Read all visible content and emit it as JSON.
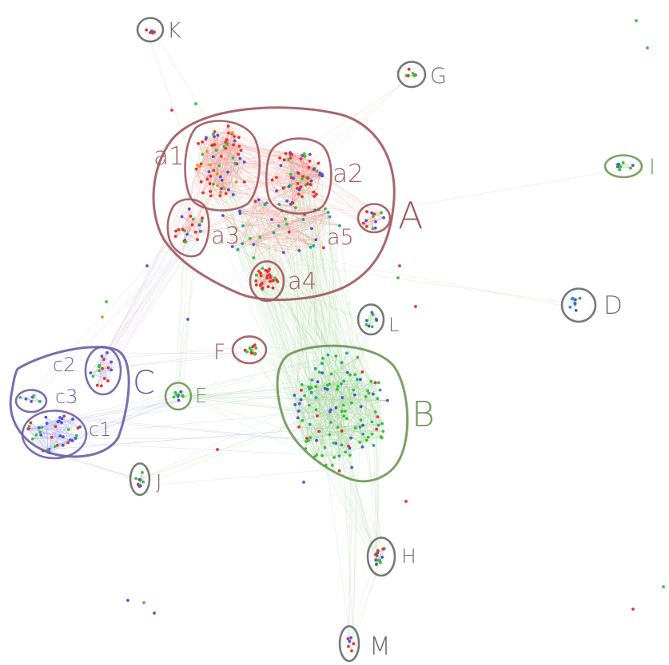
{
  "colors": {
    "red_cluster": "#a15a5f",
    "green_cluster": "#6f9a58",
    "purple_cluster": "#6e62a8",
    "gray_cluster": "#6c6c6c",
    "node_red": "#e8322d",
    "node_green": "#38c23a",
    "node_blue": "#4d56d8",
    "node_teal": "#1fa7a0",
    "node_orange": "#e39a1e",
    "edge_red": "#f0a29f",
    "edge_green": "#a9d69f",
    "edge_blue": "#b3b5ec",
    "edge_gray": "#c6c6c6"
  },
  "clusters": [
    {
      "id": "A",
      "label": "A",
      "group": "red"
    },
    {
      "id": "a1",
      "label": "a1",
      "group": "red"
    },
    {
      "id": "a2",
      "label": "a2",
      "group": "red"
    },
    {
      "id": "a3",
      "label": "a3",
      "group": "red"
    },
    {
      "id": "a4",
      "label": "a4",
      "group": "red"
    },
    {
      "id": "a5",
      "label": "a5",
      "group": "red"
    },
    {
      "id": "F",
      "label": "F",
      "group": "red"
    },
    {
      "id": "B",
      "label": "B",
      "group": "green"
    },
    {
      "id": "E",
      "label": "E",
      "group": "green"
    },
    {
      "id": "I",
      "label": "I",
      "group": "green"
    },
    {
      "id": "C",
      "label": "C",
      "group": "purple"
    },
    {
      "id": "c1",
      "label": "c1",
      "group": "purple"
    },
    {
      "id": "c2",
      "label": "c2",
      "group": "purple"
    },
    {
      "id": "c3",
      "label": "c3",
      "group": "purple"
    },
    {
      "id": "K",
      "label": "K",
      "group": "gray"
    },
    {
      "id": "G",
      "label": "G",
      "group": "gray"
    },
    {
      "id": "D",
      "label": "D",
      "group": "gray"
    },
    {
      "id": "L",
      "label": "L",
      "group": "gray"
    },
    {
      "id": "M",
      "label": "M",
      "group": "gray"
    },
    {
      "id": "J",
      "label": "J",
      "group": "gray"
    },
    {
      "id": "H",
      "label": "H",
      "group": "gray"
    }
  ]
}
